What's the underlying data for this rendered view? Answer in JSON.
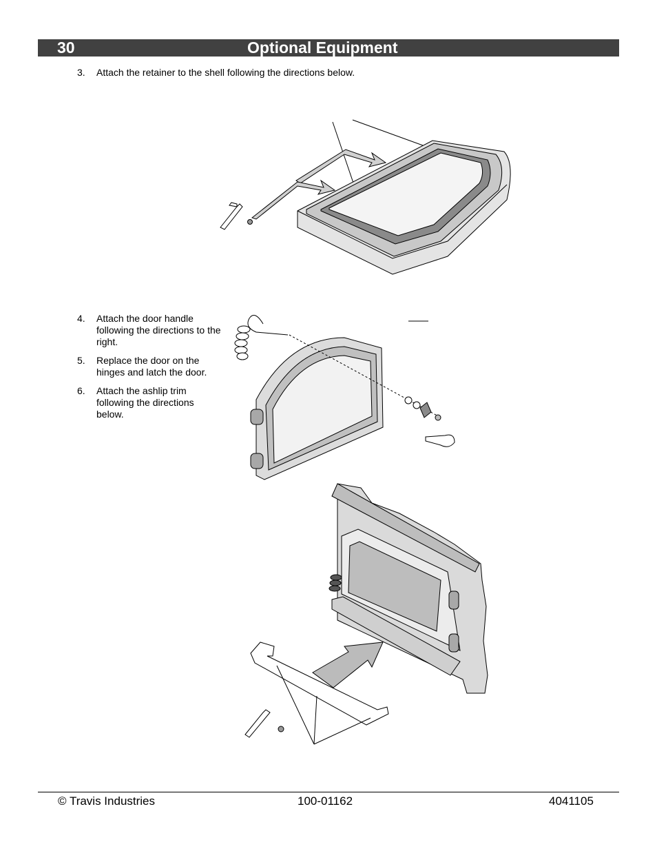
{
  "header": {
    "page_number": "30",
    "title": "Optional Equipment"
  },
  "steps": [
    {
      "number": "3.",
      "text": "Attach the retainer to the shell following the directions below."
    },
    {
      "number": "4.",
      "text": "Attach the door handle following the directions to the right."
    },
    {
      "number": "5.",
      "text": "Replace the door on the hinges and latch the door."
    },
    {
      "number": "6.",
      "text": "Attach the ashlip trim following the directions below."
    }
  ],
  "footer": {
    "left": "© Travis Industries",
    "center": "100-01162",
    "right": "4041105"
  },
  "colors": {
    "header_bar": "#414141",
    "header_text": "#ffffff"
  }
}
